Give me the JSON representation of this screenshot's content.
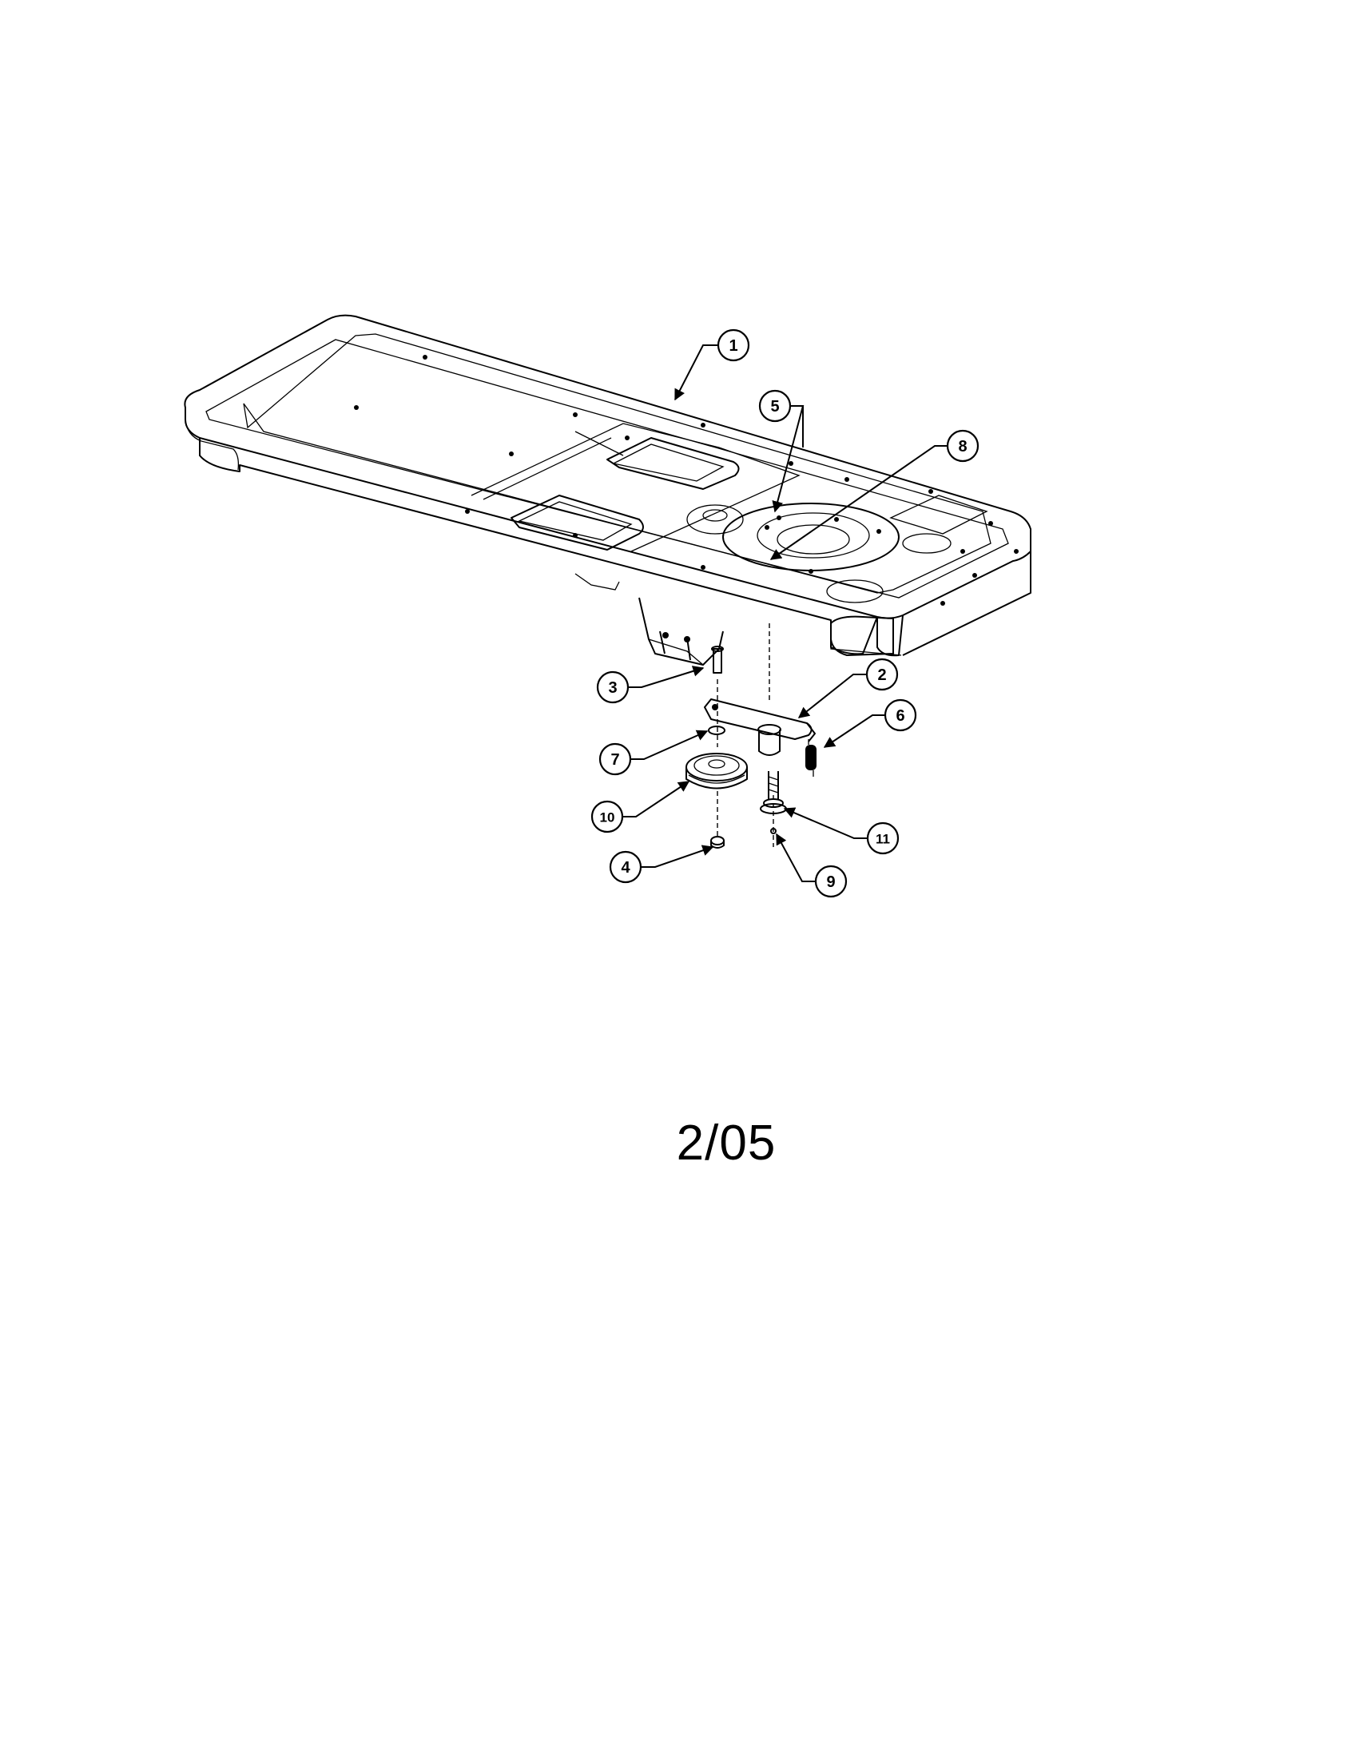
{
  "diagram": {
    "page_date": "2/05",
    "callouts": [
      {
        "label": "1"
      },
      {
        "label": "2"
      },
      {
        "label": "3"
      },
      {
        "label": "4"
      },
      {
        "label": "5"
      },
      {
        "label": "6"
      },
      {
        "label": "7"
      },
      {
        "label": "8"
      },
      {
        "label": "9"
      },
      {
        "label": "10"
      },
      {
        "label": "11"
      }
    ]
  }
}
